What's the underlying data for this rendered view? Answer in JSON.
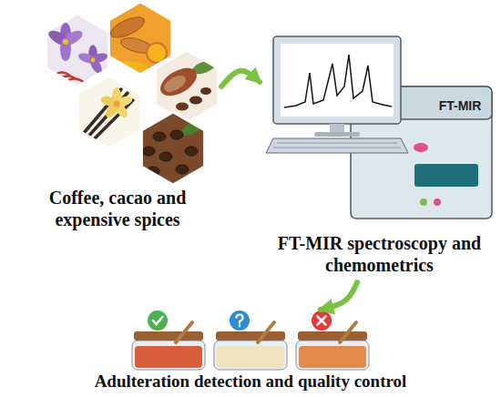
{
  "diagram": {
    "nodes": [
      {
        "text": [
          "Coffee, cacao and expensive spices"
        ]
      },
      {
        "text": [
          "FT-MIR",
          "FT-MIR spectroscopy and chemometrics"
        ]
      },
      {
        "text": [
          "Adulteration detection and quality control"
        ]
      }
    ],
    "edges": [
      {
        "from": 0,
        "to": 1,
        "arrow": "to"
      },
      {
        "from": 1,
        "to": 2,
        "arrow": "to"
      }
    ]
  }
}
